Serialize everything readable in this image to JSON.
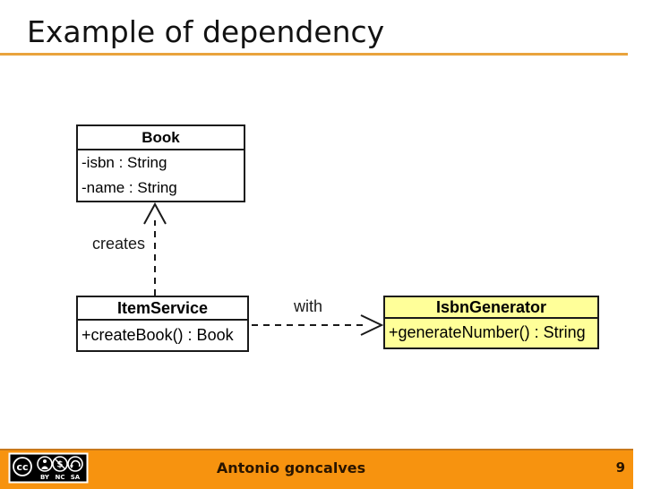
{
  "slide": {
    "title": "Example of dependency"
  },
  "colors": {
    "title_underline": "#E9A33C",
    "footer_bar": "#F7930F",
    "footer_bar_edge": "#C8781A",
    "class_fill_default": "#FFFFFF",
    "class_fill_highlight": "#FFFF99",
    "diagram_stroke": "#1A1A1A"
  },
  "diagram": {
    "type": "uml-class-diagram",
    "classes": [
      {
        "name": "Book",
        "members": [
          "-isbn : String",
          "-name : String"
        ],
        "fill": "#FFFFFF"
      },
      {
        "name": "ItemService",
        "members": [
          "+createBook() : Book"
        ],
        "fill": "#FFFFFF"
      },
      {
        "name": "IsbnGenerator",
        "members": [
          "+generateNumber() : String"
        ],
        "fill": "#FFFF99"
      }
    ],
    "dependencies": [
      {
        "from": "ItemService",
        "to": "Book",
        "label": "creates",
        "style": "dashed-open-arrow"
      },
      {
        "from": "ItemService",
        "to": "IsbnGenerator",
        "label": "with",
        "style": "dashed-open-arrow"
      }
    ]
  },
  "footer": {
    "author": "Antonio goncalves",
    "page_number": "9",
    "license_badge": {
      "logo_text": "cc",
      "by": "BY",
      "nc": "NC",
      "sa": "SA"
    }
  }
}
